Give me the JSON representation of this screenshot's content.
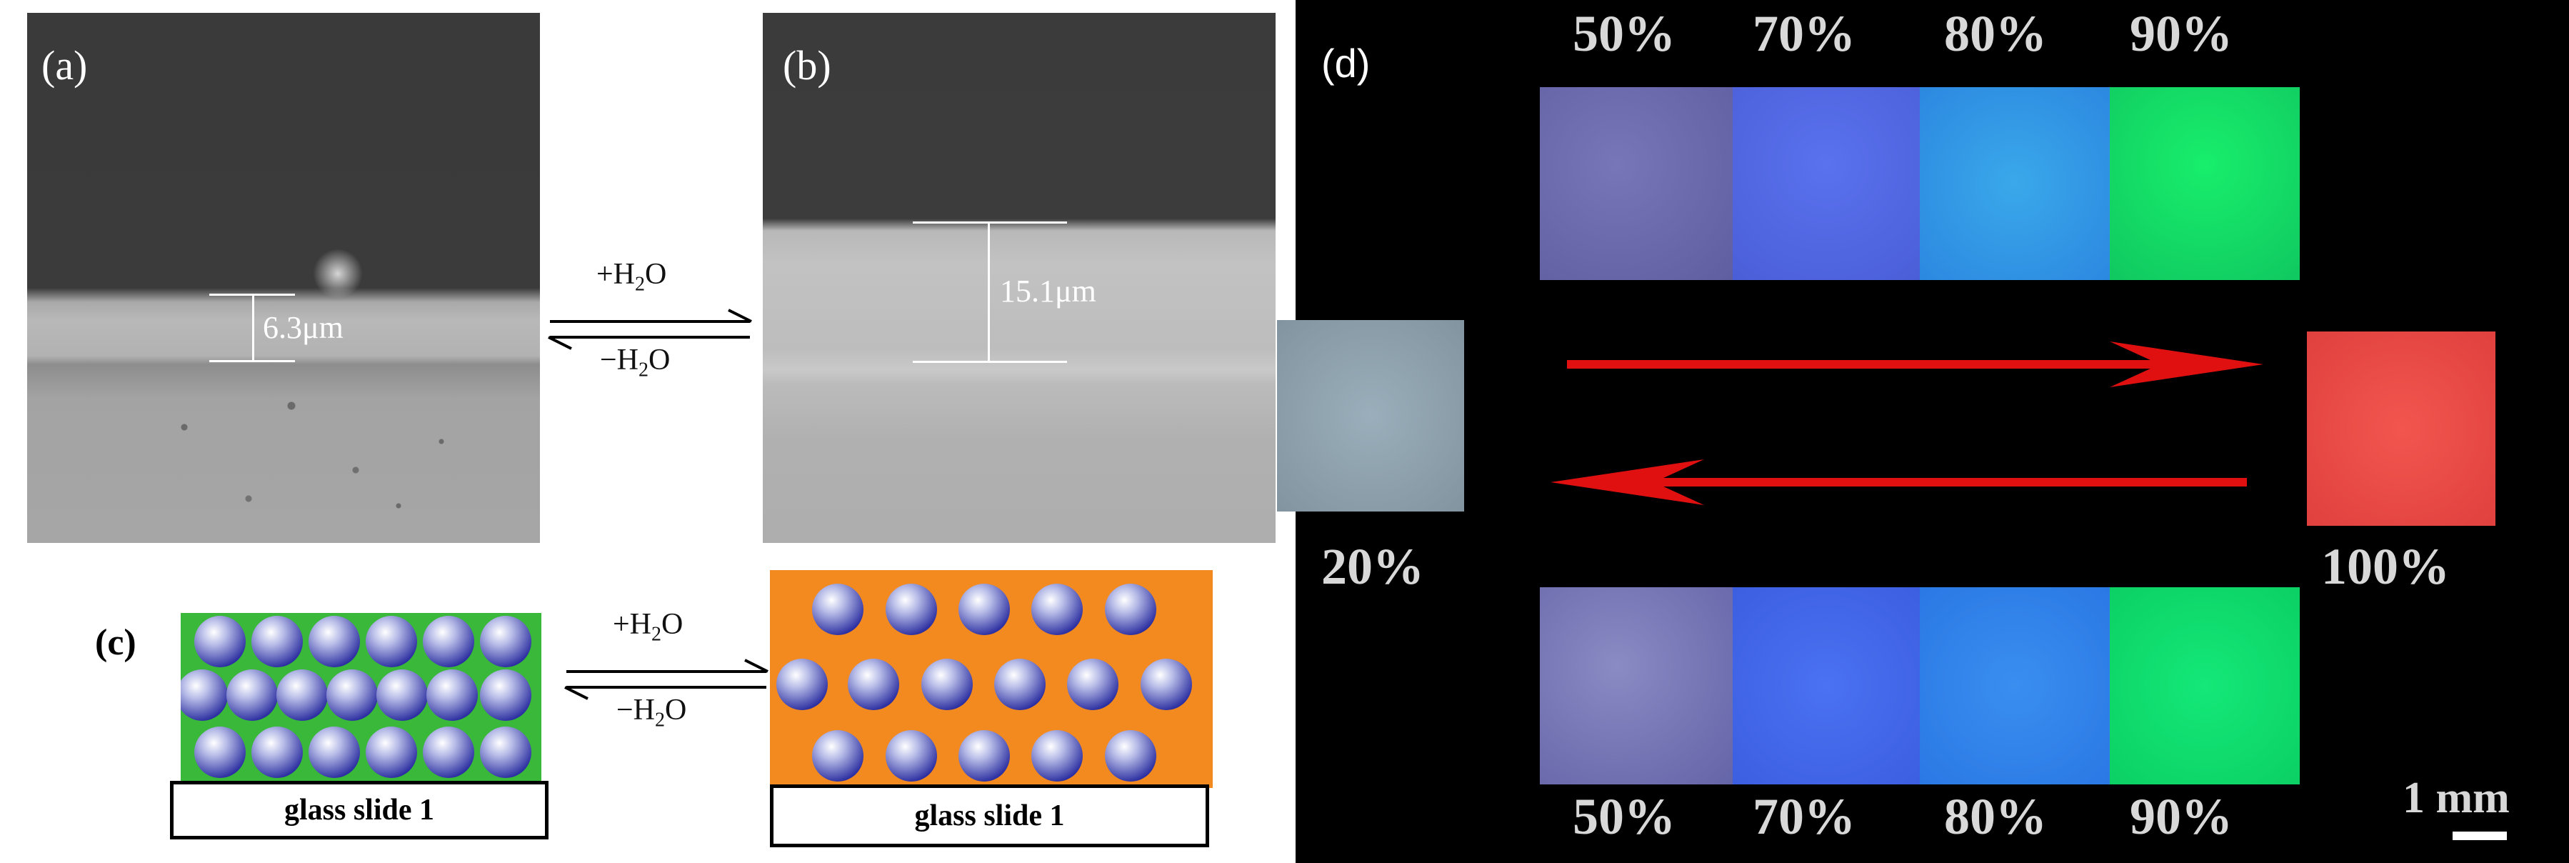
{
  "panels": {
    "a": {
      "label": "(a)",
      "thickness": "6.3μm"
    },
    "b": {
      "label": "(b)",
      "thickness": "15.1μm"
    },
    "c": {
      "label": "(c)",
      "slide_label": "glass slide 1"
    },
    "d": {
      "label": "(d)",
      "scale_bar": "1 mm"
    }
  },
  "equilibrium": {
    "forward_prefix": "+H",
    "forward_sub": "2",
    "forward_suffix": "O",
    "reverse_prefix": "−H",
    "reverse_sub": "2",
    "reverse_suffix": "O"
  },
  "swatches": {
    "top_labels": [
      "50%",
      "70%",
      "80%",
      "90%"
    ],
    "bottom_labels": [
      "50%",
      "70%",
      "80%",
      "90%"
    ],
    "left_label": "20%",
    "right_label": "100%",
    "colors": {
      "s50": "#6a6aa8",
      "s70": "#5068e6",
      "s80": "#3c9ce8",
      "s90": "#18e070",
      "s20": "#8ea2ae",
      "s100": "#ee4f4c",
      "arrow": "#e01010",
      "cells_dry_bg": "#3ab83a",
      "cells_wet_bg": "#f28a20",
      "sphere": "#4a4ec0"
    }
  }
}
